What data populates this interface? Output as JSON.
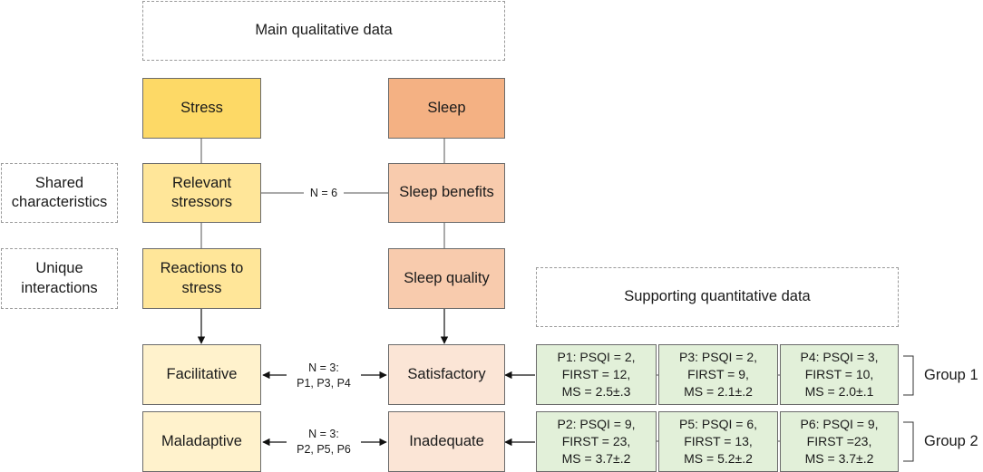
{
  "header": {
    "main_label": "Main qualitative data"
  },
  "stress_column": {
    "title": "Stress",
    "stressors": "Relevant\nstressors",
    "reactions": "Reactions to\nstress",
    "facilitative": "Facilitative",
    "maladaptive": "Maladaptive"
  },
  "sleep_column": {
    "title": "Sleep",
    "benefits": "Sleep benefits",
    "quality": "Sleep quality",
    "satisfactory": "Satisfactory",
    "inadequate": "Inadequate"
  },
  "side_labels": {
    "shared": "Shared\ncharacteristics",
    "unique": "Unique\ninteractions"
  },
  "links": {
    "shared_n": "N = 6",
    "group1_link": "N = 3:\nP1, P3, P4",
    "group2_link": "N = 3:\nP2, P5, P6"
  },
  "quant": {
    "label": "Supporting quantitative data",
    "group1": [
      "P1: PSQI = 2,\nFIRST = 12,\nMS = 2.5±.3",
      "P3: PSQI = 2,\nFIRST = 9,\nMS = 2.1±.2",
      "P4: PSQI = 3,\nFIRST = 10,\nMS = 2.0±.1"
    ],
    "group2": [
      "P2: PSQI = 9,\nFIRST = 23,\nMS = 3.7±.2",
      "P5: PSQI = 6,\nFIRST = 13,\nMS = 5.2±.2",
      "P6: PSQI = 9,\nFIRST =23,\nMS = 3.7±.2"
    ],
    "group1_label": "Group 1",
    "group2_label": "Group 2"
  },
  "colors": {
    "stress_dark": "#FDD966",
    "stress_light": "#FFE699",
    "stress_pale": "#FFF2CC",
    "sleep_dark": "#F4B183",
    "sleep_light": "#F8CBAD",
    "sleep_pale": "#FBE5D6",
    "quant_green": "#E2F0D9"
  }
}
